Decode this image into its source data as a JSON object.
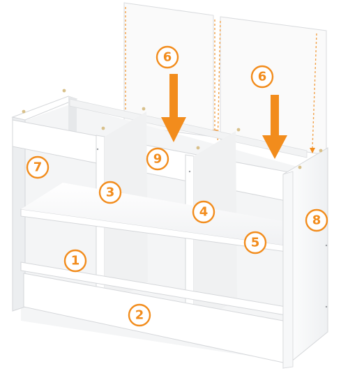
{
  "diagram": {
    "labels": [
      {
        "id": "part-1",
        "text": "1"
      },
      {
        "id": "part-2",
        "text": "2"
      },
      {
        "id": "part-3",
        "text": "3"
      },
      {
        "id": "part-4",
        "text": "4"
      },
      {
        "id": "part-5",
        "text": "5"
      },
      {
        "id": "part-6a",
        "text": "6"
      },
      {
        "id": "part-6b",
        "text": "6"
      },
      {
        "id": "part-7",
        "text": "7"
      },
      {
        "id": "part-8",
        "text": "8"
      },
      {
        "id": "part-9",
        "text": "9"
      }
    ],
    "colors": {
      "accent": "#f28c1c",
      "panel": "#ffffff",
      "shadow": "#e9eaec",
      "edge": "#c7c9cc",
      "guide": "#f2a24a"
    }
  }
}
